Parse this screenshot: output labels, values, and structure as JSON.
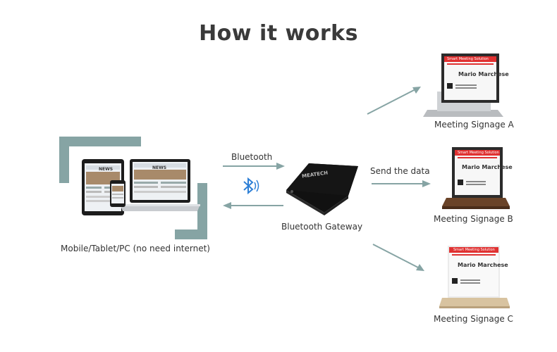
{
  "title": "How it works",
  "devices": {
    "label": "Mobile/Tablet/PC (no need internet)",
    "screen_brand": "NEWS"
  },
  "link": {
    "protocol_label": "Bluetooth"
  },
  "gateway": {
    "label": "Bluetooth Gateway",
    "brand": "MEATECH"
  },
  "send_label": "Send the data",
  "signage": [
    {
      "label": "Meeting Signage A",
      "header": "Smart Meeting Solution",
      "name": "Mario Marchese",
      "stand": "silver"
    },
    {
      "label": "Meeting Signage B",
      "header": "Smart Meeting Solution",
      "name": "Mario Marchese",
      "stand": "walnut"
    },
    {
      "label": "Meeting Signage C",
      "header": "Smart Meeting Solution",
      "name": "Mario Marchese",
      "stand": "light-wood"
    }
  ],
  "colors": {
    "arrow": "#86a4a4",
    "bracket": "#86a4a4",
    "bluetooth": "#2d7fd6",
    "signage_red": "#e03131"
  }
}
